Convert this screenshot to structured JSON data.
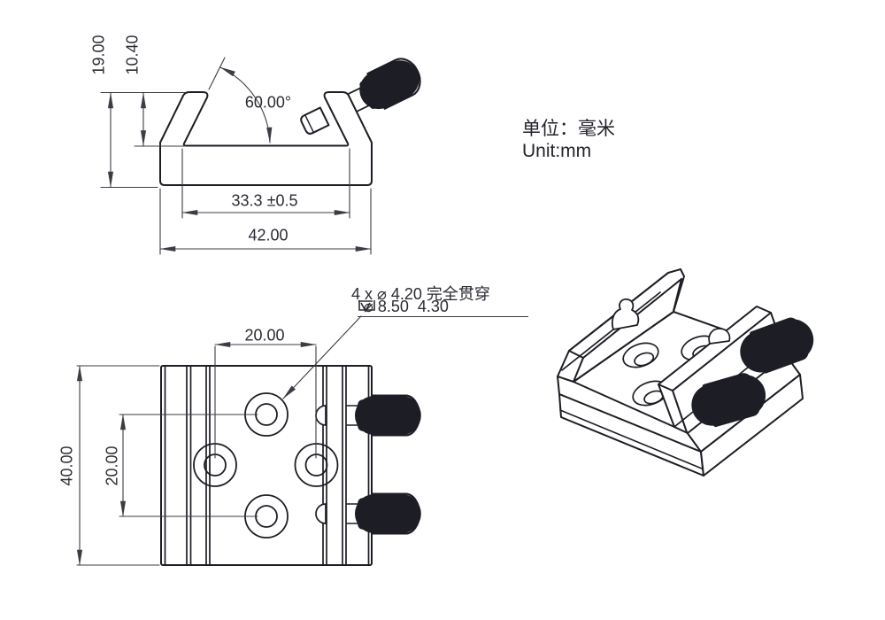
{
  "drawing": {
    "unit": {
      "cn": "单位：毫米",
      "en": "Unit:mm"
    },
    "front_view": {
      "total_height": "19.00",
      "slot_depth": "10.40",
      "dovetail_angle": "60.00°",
      "slot_floor_width": "33.3 ±0.5",
      "base_width": "42.00"
    },
    "top_view": {
      "hole_pitch_horizontal": "20.00",
      "hole_pitch_vertical": "20.00",
      "plate_length": "40.00"
    },
    "hole_callout": {
      "line1": "4 x ⌀ 4.20 完全贯穿",
      "counterbore_dia": "⌀ 8.50",
      "counterbore_depth": "4.30"
    },
    "colors": {
      "outline": "#1d1d25",
      "dimension": "#3c3c44",
      "text": "#2b2b33",
      "background": "#ffffff"
    }
  }
}
